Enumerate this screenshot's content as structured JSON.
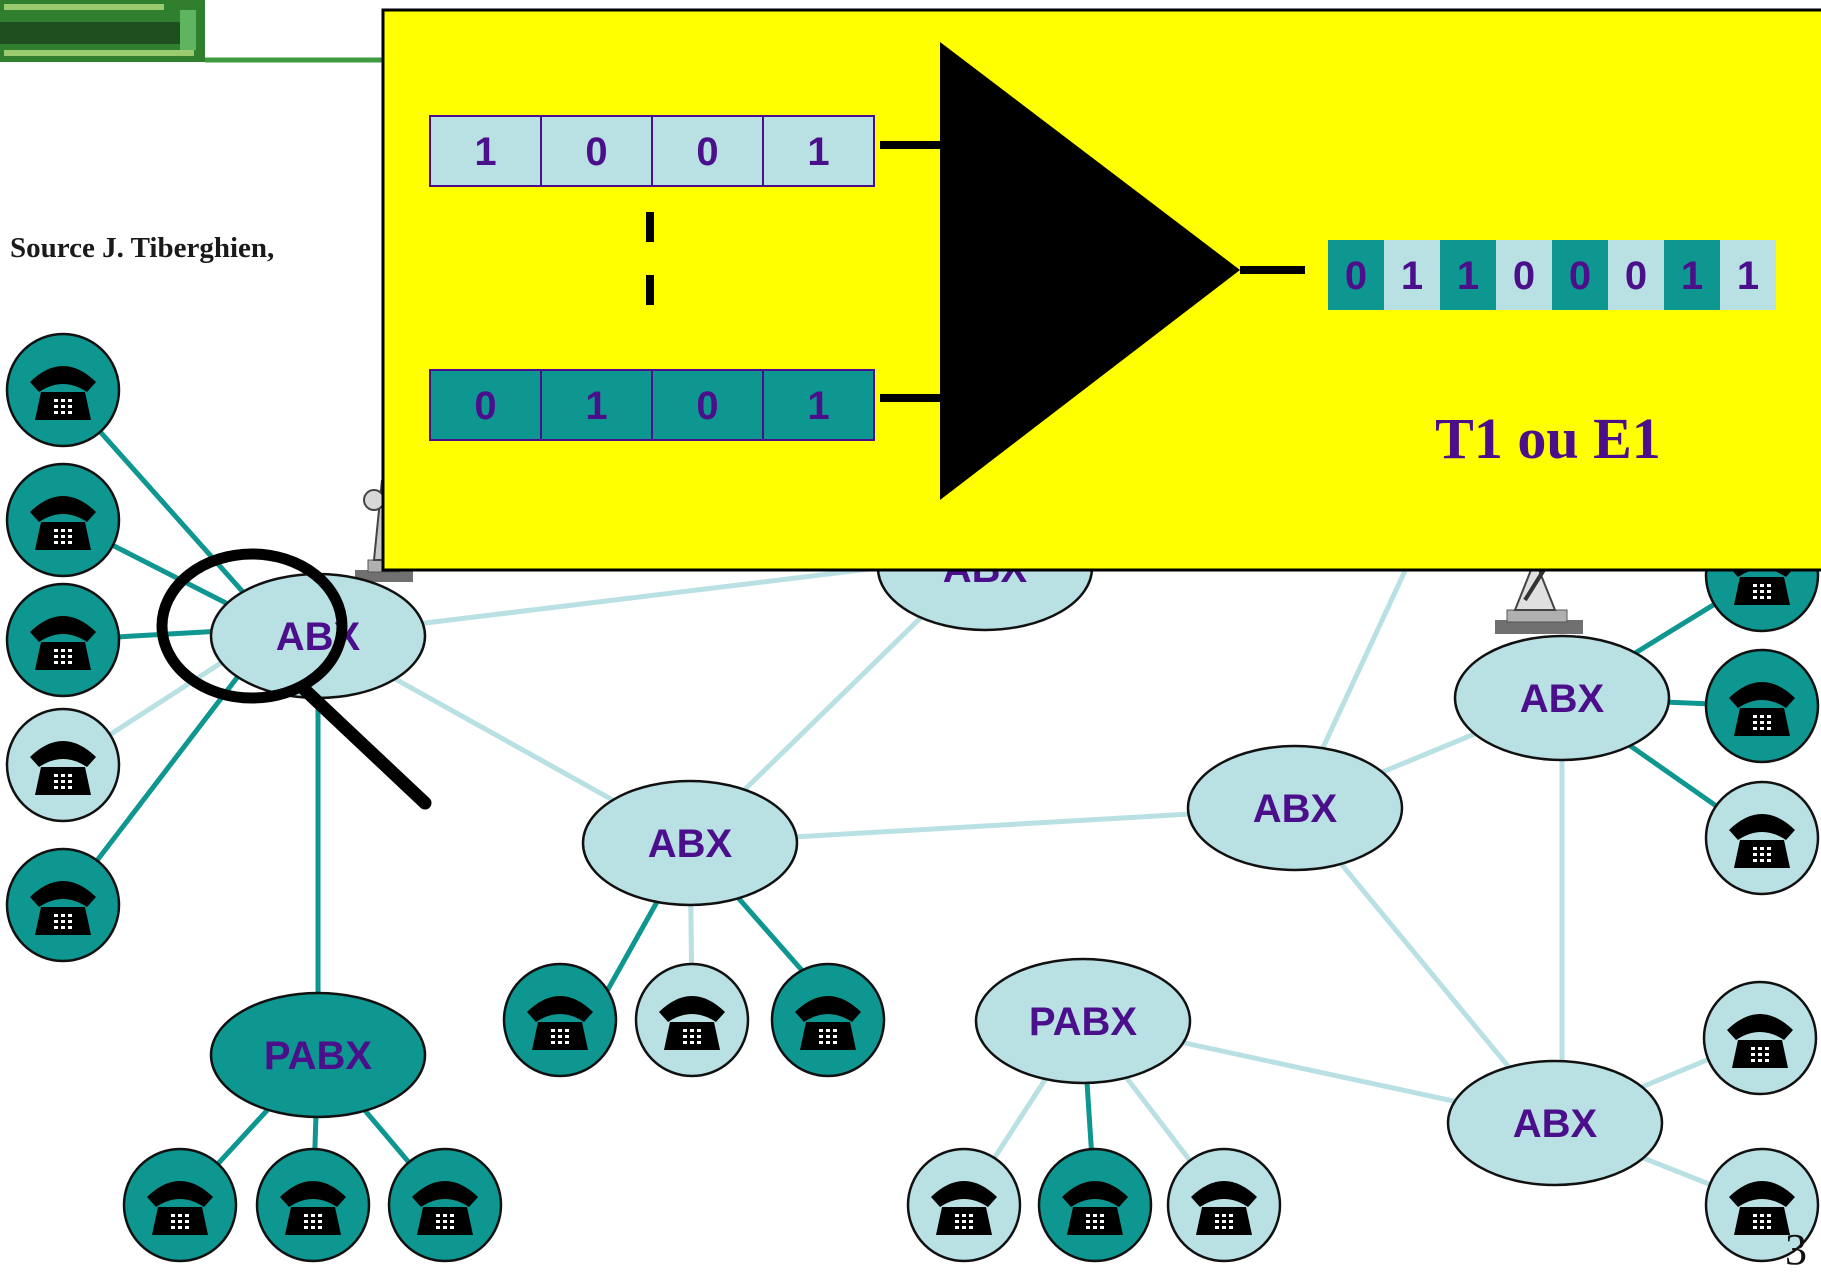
{
  "source_text": "Source J. Tiberghien,",
  "page_number": "3",
  "zoom_panel": {
    "input_a_bits": [
      "1",
      "0",
      "0",
      "1"
    ],
    "input_b_bits": [
      "0",
      "1",
      "0",
      "1"
    ],
    "output_bits": [
      "0",
      "1",
      "1",
      "0",
      "0",
      "0",
      "1",
      "1"
    ],
    "trunk_label": "T1 ou E1"
  },
  "nodes": {
    "abx_label": "ABX",
    "pabx_label": "PABX"
  },
  "colors": {
    "dark_teal": "#0e9690",
    "light_teal": "#b9e0e3",
    "panel_yellow": "#ffff00",
    "label_purple": "#4b0f8c",
    "card_green": "#3f9b3f"
  },
  "icons": {
    "phone": "phone-icon",
    "magnifier": "magnifier-icon",
    "board": "circuit-board-icon",
    "satellite_dish": "satellite-dish-icon"
  }
}
